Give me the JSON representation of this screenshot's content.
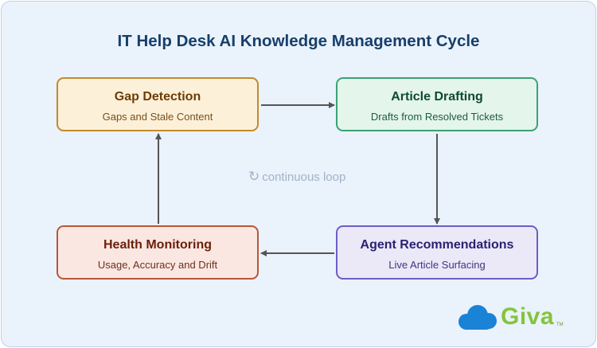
{
  "title": "IT Help Desk AI Knowledge Management Cycle",
  "nodes": {
    "gap": {
      "title": "Gap Detection",
      "subtitle": "Gaps and Stale Content"
    },
    "drafting": {
      "title": "Article Drafting",
      "subtitle": "Drafts from Resolved Tickets"
    },
    "recommendations": {
      "title": "Agent Recommendations",
      "subtitle": "Live Article Surfacing"
    },
    "monitoring": {
      "title": "Health Monitoring",
      "subtitle": "Usage, Accuracy and Drift"
    }
  },
  "loop": {
    "icon": "refresh-icon",
    "label": "continuous loop"
  },
  "logo": {
    "icon": "cloud-icon",
    "name": "Giva",
    "trademark": "TM"
  },
  "colors": {
    "title": "#173f6b",
    "gap_border": "#c28a2c",
    "drafting_border": "#3aa274",
    "recommendations_border": "#6a5ec4",
    "monitoring_border": "#b5583b",
    "arrow": "#555555",
    "logo_blue": "#1b83d6",
    "logo_green": "#84c53a"
  }
}
